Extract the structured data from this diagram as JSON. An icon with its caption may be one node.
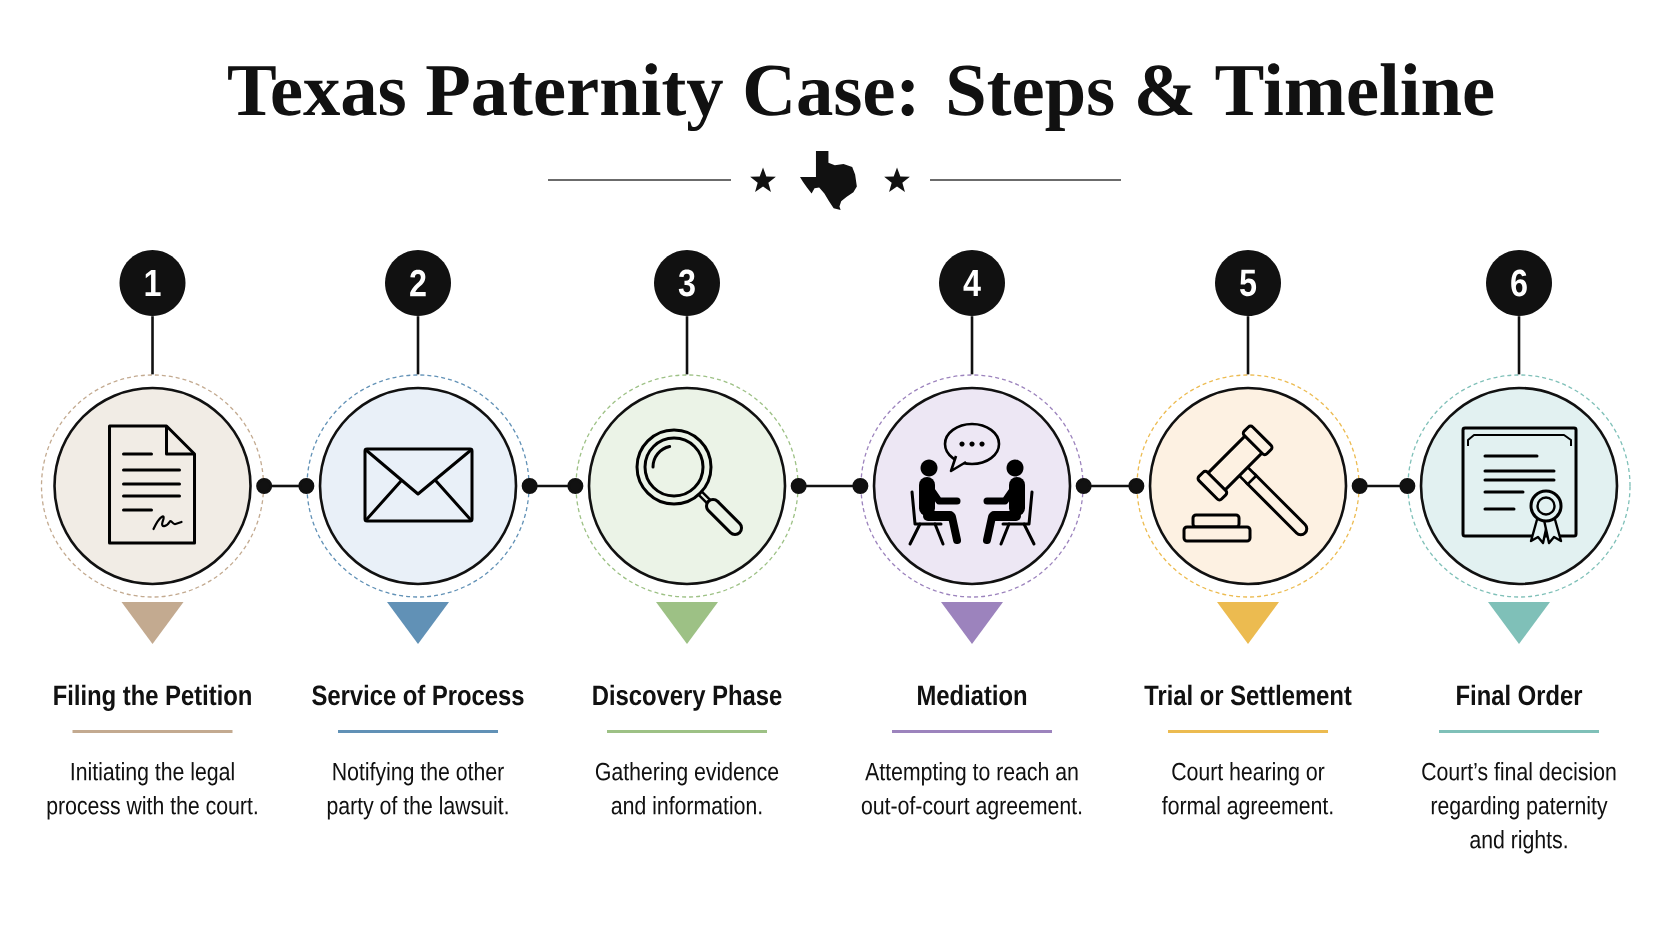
{
  "diagram": {
    "title": "Texas Paternity Case: Steps & Timeline",
    "nodes": [
      {
        "text": [
          "1"
        ]
      },
      {
        "text": [],
        "shape": "circle",
        "beside": [
          "Filing the Petition",
          "Initiating the legal process with the court."
        ]
      },
      {
        "text": [
          "2"
        ]
      },
      {
        "text": [],
        "shape": "circle",
        "beside": [
          "Service of Process",
          "Notifying the other party of the lawsuit."
        ]
      },
      {
        "text": [
          "3"
        ]
      },
      {
        "text": [],
        "shape": "circle",
        "beside": [
          "Discovery Phase",
          "Gathering evidence and information."
        ]
      },
      {
        "text": [
          "4"
        ]
      },
      {
        "text": [],
        "shape": "circle",
        "beside": [
          "Mediation",
          "Attempting to reach an out-of-court agreement."
        ]
      },
      {
        "text": [
          "5"
        ]
      },
      {
        "text": [],
        "shape": "circle",
        "beside": [
          "Trial or Settlement",
          "Court hearing or formal agreement."
        ]
      },
      {
        "text": [
          "6"
        ]
      },
      {
        "text": [],
        "shape": "circle",
        "beside": [
          "Final Order",
          "Court’s final decision regarding paternity and rights."
        ]
      }
    ],
    "edges": [
      {
        "from": 0,
        "to": 1,
        "arrow": "none"
      },
      {
        "from": 1,
        "to": 3,
        "arrow": "other"
      },
      {
        "from": 2,
        "to": 3,
        "arrow": "none"
      },
      {
        "from": 3,
        "to": 5,
        "arrow": "other"
      },
      {
        "from": 4,
        "to": 5,
        "arrow": "none"
      },
      {
        "from": 5,
        "to": 7,
        "arrow": "other"
      },
      {
        "from": 6,
        "to": 7,
        "arrow": "none"
      },
      {
        "from": 7,
        "to": 9,
        "arrow": "other"
      },
      {
        "from": 8,
        "to": 9,
        "arrow": "none"
      },
      {
        "from": 9,
        "to": 11,
        "arrow": "other"
      },
      {
        "from": 10,
        "to": 11,
        "arrow": "none"
      }
    ]
  }
}
